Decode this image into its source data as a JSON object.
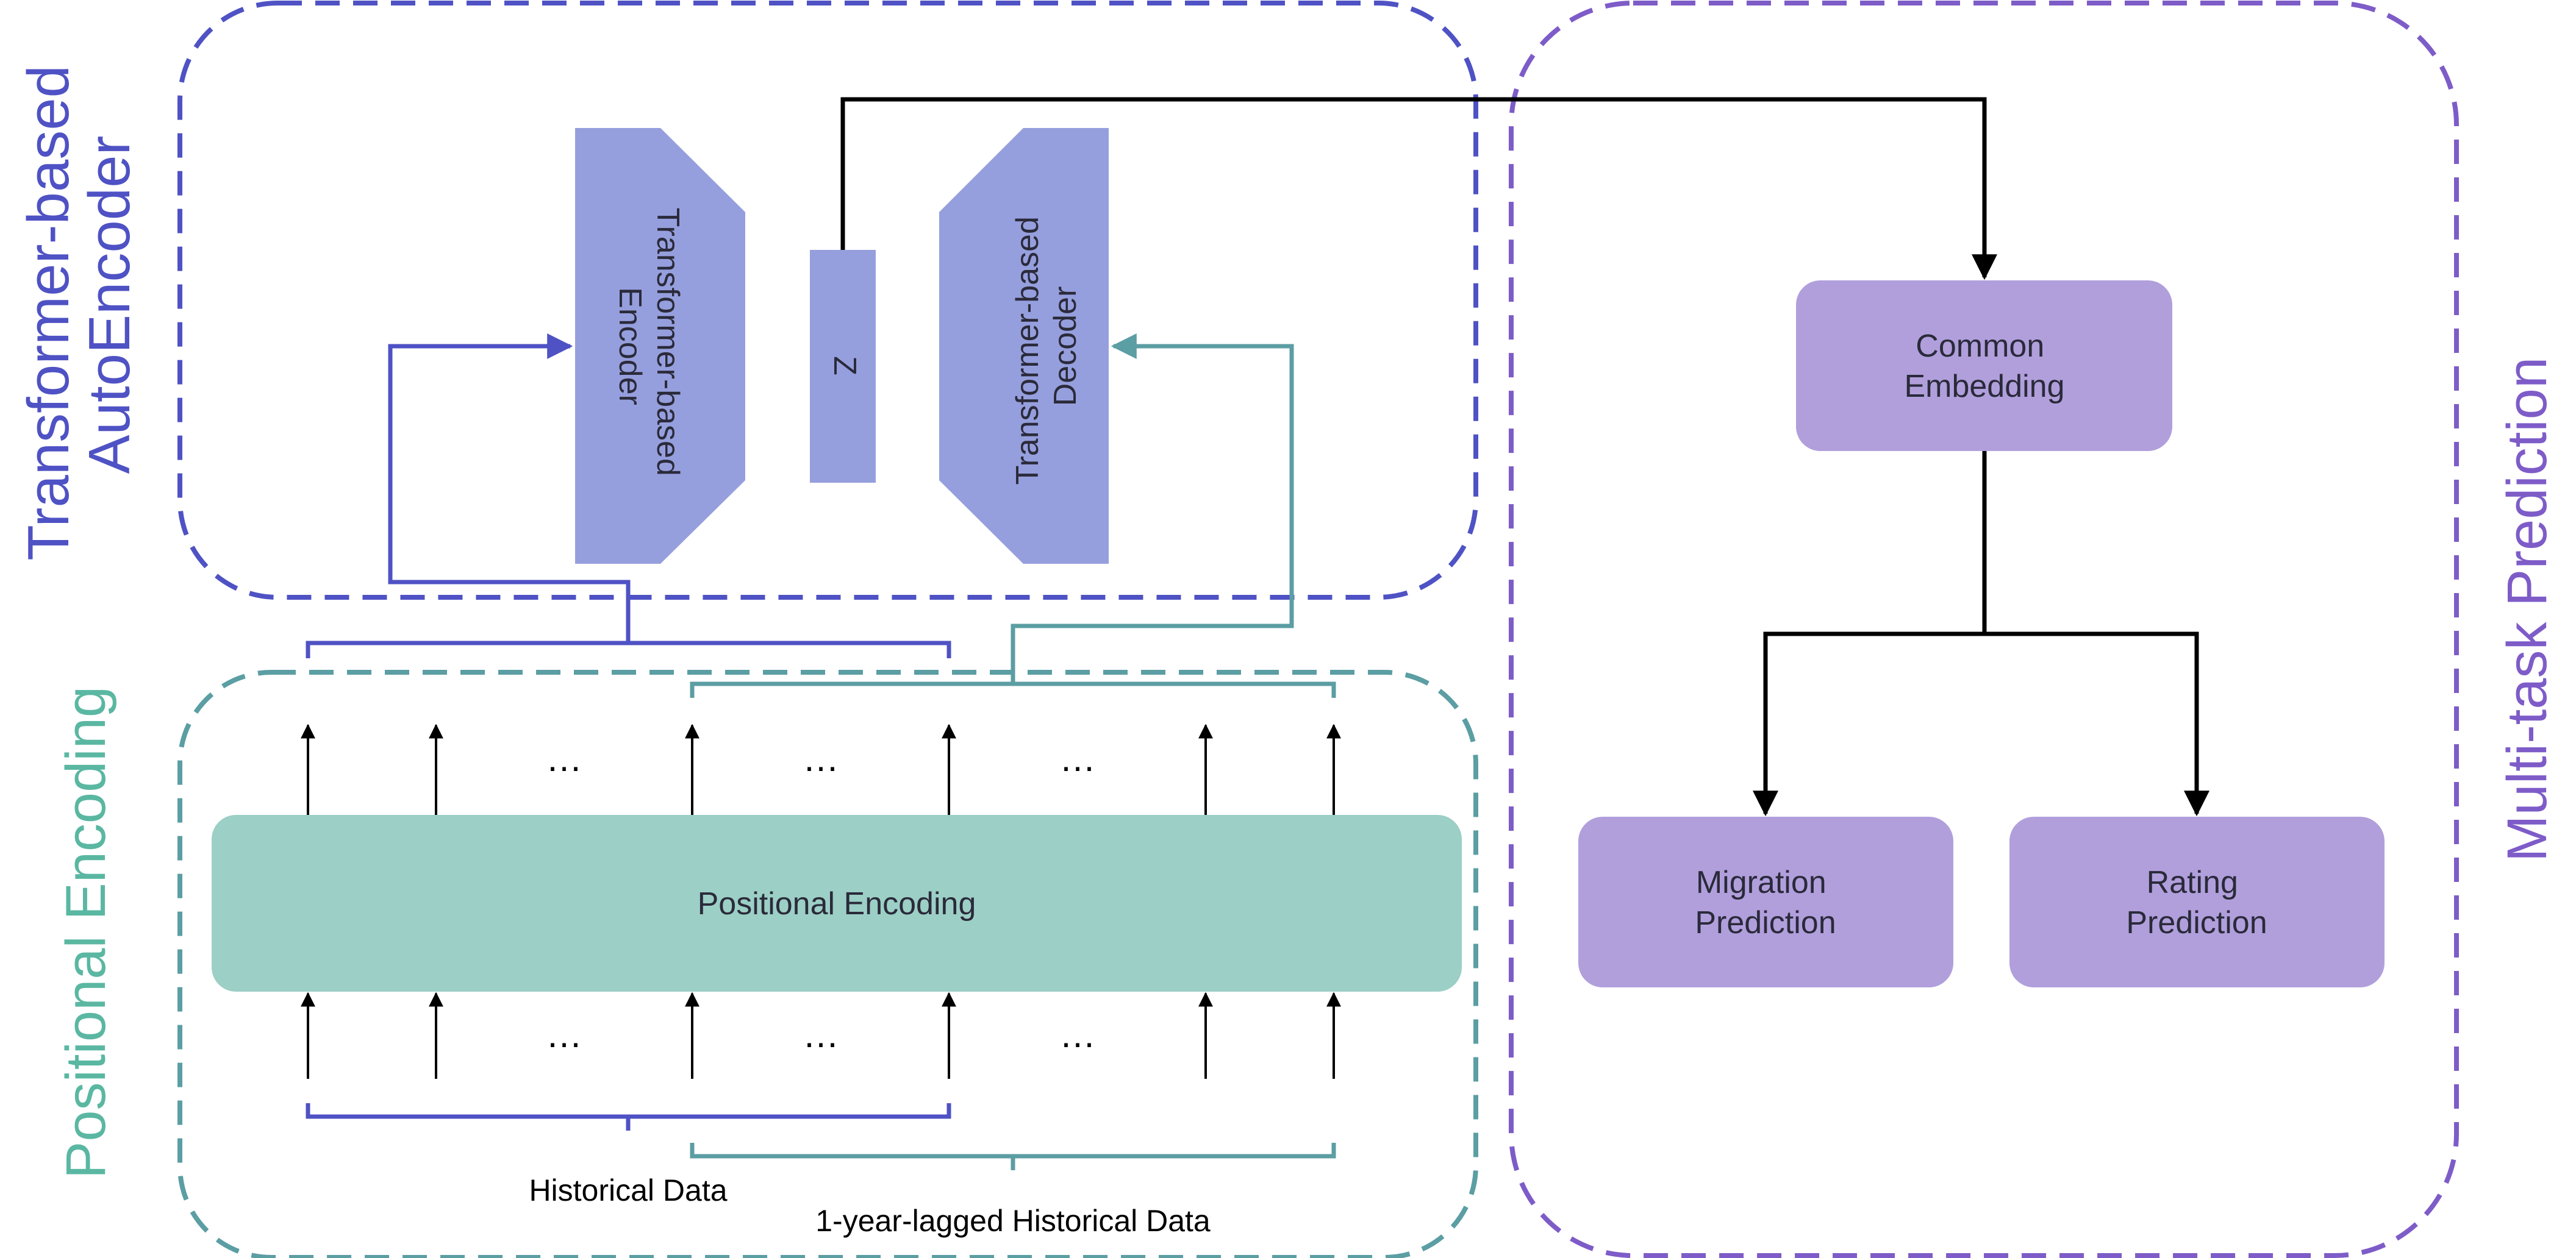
{
  "sections": {
    "autoencoder": [
      "Transformer-based",
      "AutoEncoder"
    ],
    "positional_prefix": "Positional",
    "positional_suffix": "Encoding",
    "multitask": "Multi-task Prediction"
  },
  "blocks": {
    "encoder": [
      "Transformer-based",
      "Encoder"
    ],
    "latent": "Z",
    "decoder": [
      "Transformer-based",
      "Decoder"
    ],
    "positional_encoding": "Positional Encoding",
    "common_embedding": [
      "Common",
      "Embedding"
    ],
    "migration_prediction": [
      "Migration",
      "Prediction"
    ],
    "rating_prediction": [
      "Rating",
      "Prediction"
    ]
  },
  "inputs": {
    "ellipsis": "…",
    "historical": "Historical Data",
    "lagged": "1-year-lagged Historical Data"
  },
  "colors": {
    "autoencoder": "#4f52c4",
    "positional": "#5b9ea3",
    "multitask": "#7e5cc8",
    "block_blue": "#969fdd",
    "block_teal": "#9ccfc5",
    "block_purple": "#b19fdc"
  }
}
